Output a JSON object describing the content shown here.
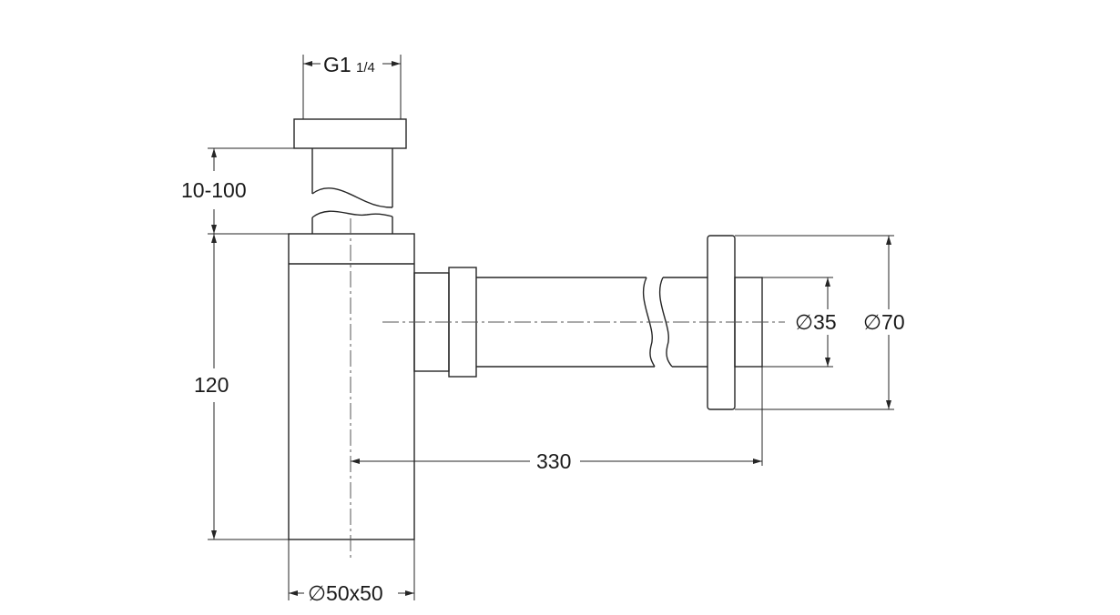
{
  "drawing": {
    "thread": {
      "main": "G1",
      "fraction": "1/4"
    },
    "dimensions": {
      "height_adjustable": "10-100",
      "body_height": "120",
      "horizontal_length": "330",
      "inner_diameter": "∅35",
      "outer_diameter": "∅70",
      "body_size": "∅50x50"
    }
  }
}
